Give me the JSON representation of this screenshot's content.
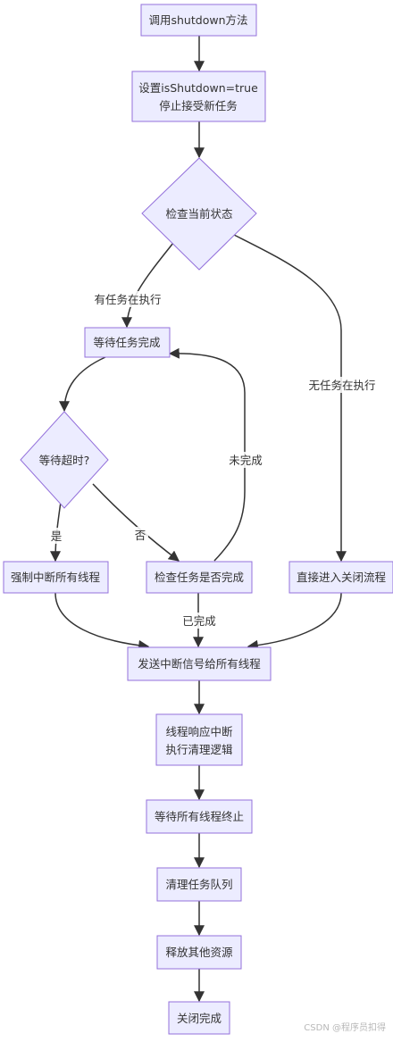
{
  "colors": {
    "node_fill": "#ECECFF",
    "node_stroke": "#9370DB",
    "edge": "#333333",
    "text": "#333333",
    "watermark": "#b8b8b8"
  },
  "nodes": {
    "call_shutdown": {
      "label": "调用shutdown方法"
    },
    "set_flag": {
      "label_line1": "设置isShutdown=true",
      "label_line2": "停止接受新任务"
    },
    "check_state": {
      "label": "检查当前状态"
    },
    "wait_tasks": {
      "label": "等待任务完成"
    },
    "wait_timeout": {
      "label": "等待超时?"
    },
    "force_interrupt": {
      "label": "强制中断所有线程"
    },
    "check_tasks_done": {
      "label": "检查任务是否完成"
    },
    "direct_close": {
      "label": "直接进入关闭流程"
    },
    "send_interrupt": {
      "label": "发送中断信号给所有线程"
    },
    "threads_respond": {
      "label_line1": "线程响应中断",
      "label_line2": "执行清理逻辑"
    },
    "wait_terminate": {
      "label": "等待所有线程终止"
    },
    "clear_queue": {
      "label": "清理任务队列"
    },
    "release_resources": {
      "label": "释放其他资源"
    },
    "close_done": {
      "label": "关闭完成"
    }
  },
  "edge_labels": {
    "has_tasks": "有任务在执行",
    "no_tasks": "无任务在执行",
    "timeout_yes": "是",
    "timeout_no": "否",
    "not_done": "未完成",
    "done": "已完成"
  },
  "watermark": "CSDN @程序员扣得"
}
